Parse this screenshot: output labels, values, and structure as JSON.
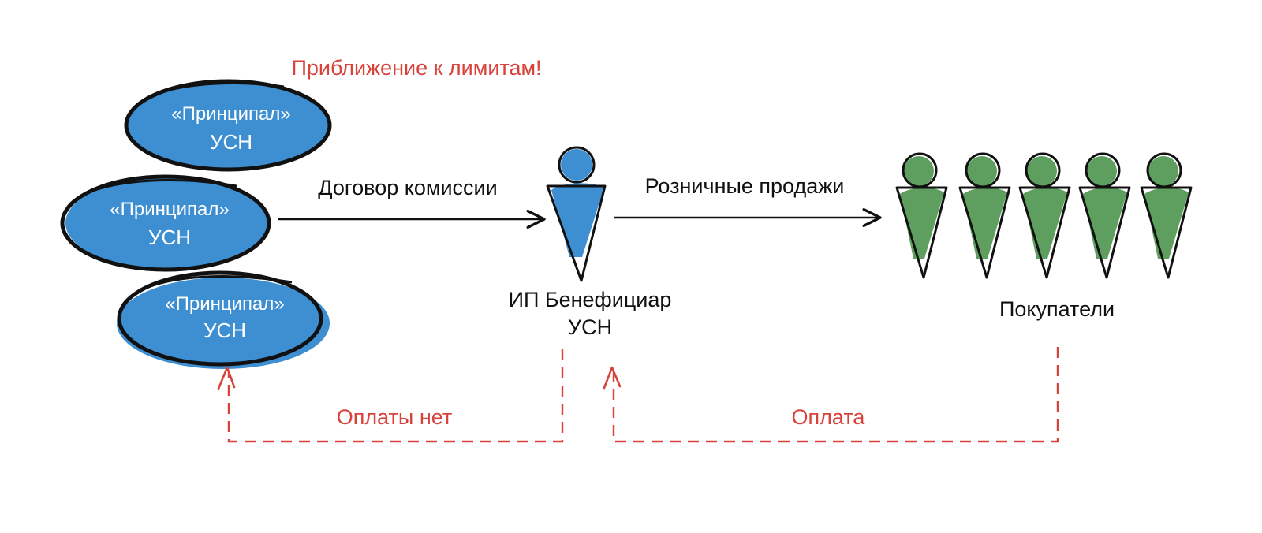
{
  "warning": "Приближение к лимитам!",
  "principals": [
    {
      "title": "«Принципал»",
      "regime": "УСН"
    },
    {
      "title": "«Принципал»",
      "regime": "УСН"
    },
    {
      "title": "«Принципал»",
      "regime": "УСН"
    }
  ],
  "beneficiary": {
    "name": "ИП Бенефициар",
    "regime": "УСН"
  },
  "buyers": {
    "label": "Покупатели",
    "count": 5
  },
  "arrows": {
    "contract": "Договор комиссии",
    "retail": "Розничные продажи",
    "no_payment": "Оплаты нет",
    "payment": "Оплата"
  },
  "colors": {
    "principal_fill": "#3d8fd1",
    "beneficiary_fill": "#3d8fd1",
    "buyer_fill": "#5e9f60",
    "payment_line": "#d8423a",
    "warning_text": "#d8423a",
    "outline": "#111111"
  }
}
